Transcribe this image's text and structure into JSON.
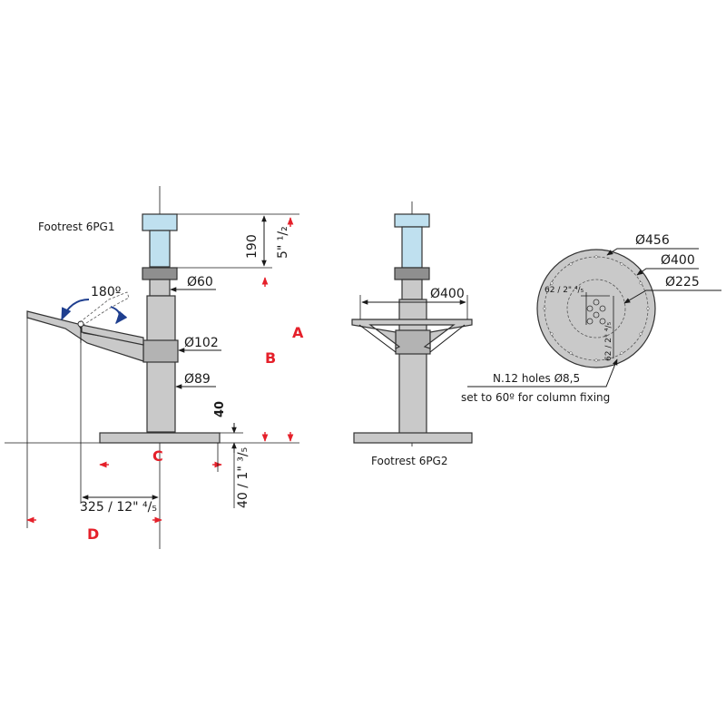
{
  "colors": {
    "accent_red": "#e5202a",
    "arrow_blue": "#1f3f8f",
    "light_blue": "#bfe0ef",
    "body_grey": "#c9c9c9",
    "dark_grey": "#8f8f8f"
  },
  "views": {
    "pg1": {
      "title": "Footrest 6PG1",
      "dims": {
        "height_top": "190",
        "height_top_in": "5\" ¹/₂",
        "dia_60": "Ø60",
        "dia_102": "Ø102",
        "dia_89": "Ø89",
        "angle": "180º",
        "base_label": "40",
        "base_thick": "40 / 1\" ³/₅",
        "reach": "325 / 12\" ⁴/₅"
      },
      "letters": {
        "a": "A",
        "b": "B",
        "c": "C",
        "d": "D"
      }
    },
    "pg2": {
      "title": "Footrest 6PG2",
      "dims": {
        "dia_400": "Ø400"
      }
    },
    "plate": {
      "dims": {
        "dia_456": "Ø456",
        "dia_400": "Ø400",
        "dia_225": "Ø225",
        "inner_a": "62 / 2\" ⁴/₅",
        "inner_b": "62 / 2\" ⁴/₅"
      },
      "holes_line1": "N.12 holes Ø8,5",
      "holes_line2": "set to 60º for column fixing"
    }
  }
}
